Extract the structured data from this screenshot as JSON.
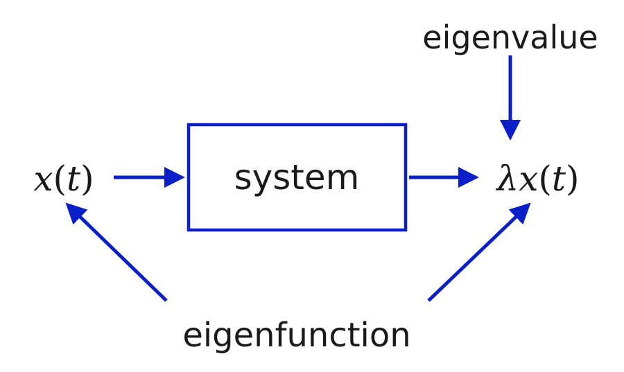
{
  "diagram": {
    "box_label": "system",
    "input_label": {
      "var": "x",
      "open": "(",
      "arg": "t",
      "close": ")"
    },
    "output_label": {
      "coef": "λ",
      "var": "x",
      "open": "(",
      "arg": "t",
      "close": ")"
    },
    "eigenvalue_label": "eigenvalue",
    "eigenfunction_label": "eigenfunction"
  },
  "colors": {
    "accent": "#0a1fc7",
    "text": "#1a1a1a",
    "background": "#ffffff"
  }
}
